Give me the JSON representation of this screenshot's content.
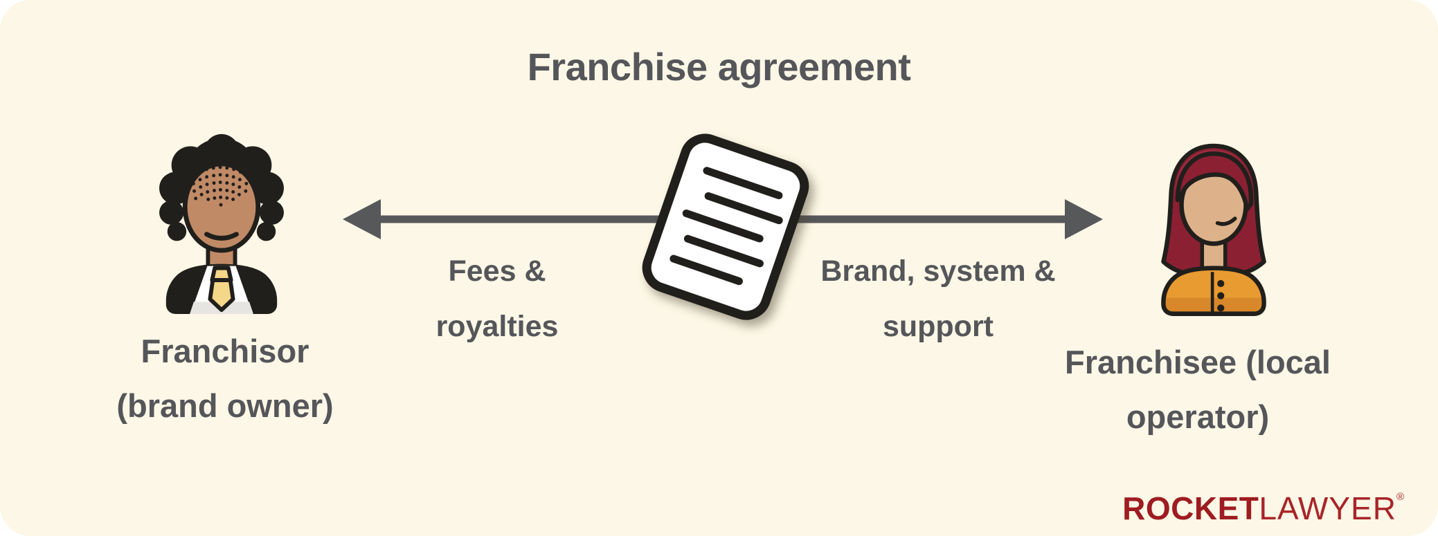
{
  "title": "Franchise agreement",
  "flows": {
    "left": {
      "lines": [
        "Fees &",
        "royalties"
      ],
      "direction": "to-franchisor"
    },
    "right": {
      "lines": [
        "Brand, system &",
        "support"
      ],
      "direction": "to-franchisee"
    }
  },
  "parties": {
    "left": {
      "name_lines": [
        "Franchisor",
        "(brand owner)"
      ]
    },
    "right": {
      "name_lines": [
        "Franchisee (local",
        "operator)"
      ]
    }
  },
  "icons": {
    "left_party": "franchisor-avatar-icon",
    "right_party": "franchisee-avatar-icon",
    "center": "contract-document-icon",
    "connector": "double-headed-arrow-icon"
  },
  "logo": {
    "bold": "ROCKET",
    "light": "LAWYER",
    "mark": "®"
  },
  "colors": {
    "bg": "#FCF7E6",
    "ink": "#211F1C",
    "text": "#55565A",
    "arrow": "#57585A",
    "logo_bold": "#9E1C21",
    "logo_light": "#A82428",
    "skin_a": "#C08A66",
    "skin_b": "#DDB28A",
    "tie": "#F5D78A",
    "shirt_shade": "#E6E5E2",
    "suit": "#211F1C",
    "hair_b": "#8C2033",
    "hair_b_light": "#9C2B3F",
    "top_orange": "#E89B30",
    "top_orange_shade": "#D8882A"
  }
}
